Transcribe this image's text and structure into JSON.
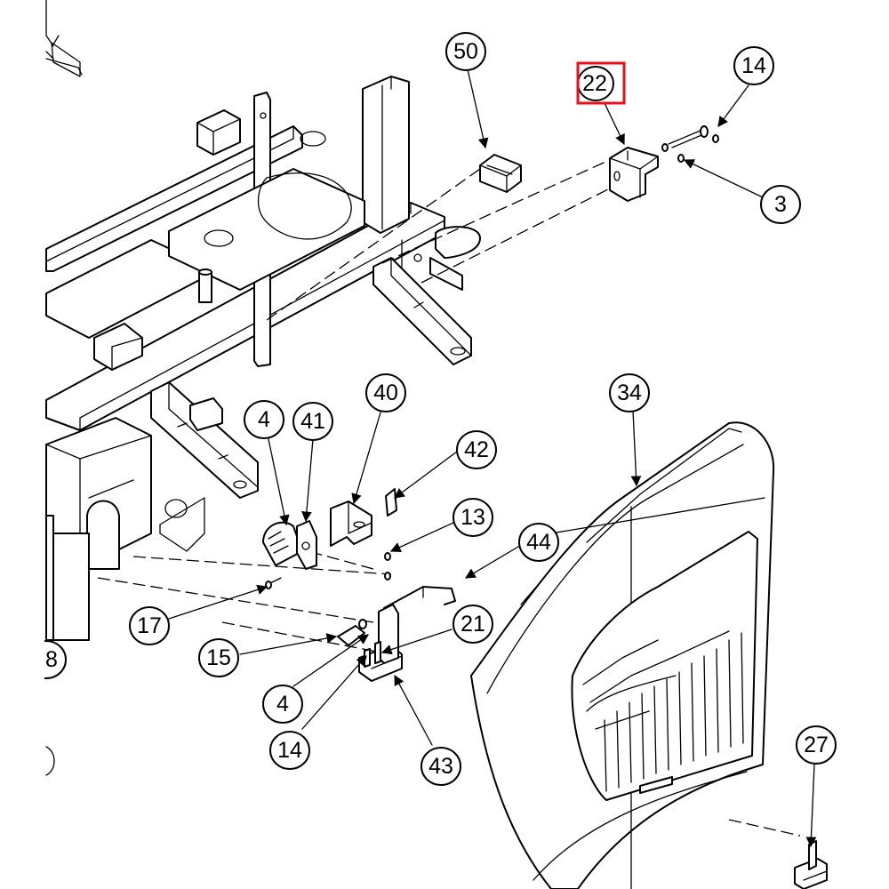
{
  "diagram": {
    "callouts": [
      {
        "id": "c50",
        "label": "50"
      },
      {
        "id": "c22",
        "label": "22"
      },
      {
        "id": "c14a",
        "label": "14"
      },
      {
        "id": "c3",
        "label": "3"
      },
      {
        "id": "c34",
        "label": "34"
      },
      {
        "id": "c4a",
        "label": "4"
      },
      {
        "id": "c41",
        "label": "41"
      },
      {
        "id": "c40",
        "label": "40"
      },
      {
        "id": "c42",
        "label": "42"
      },
      {
        "id": "c13",
        "label": "13"
      },
      {
        "id": "c44",
        "label": "44"
      },
      {
        "id": "c17",
        "label": "17"
      },
      {
        "id": "c15",
        "label": "15"
      },
      {
        "id": "c21",
        "label": "21"
      },
      {
        "id": "c4b",
        "label": "4"
      },
      {
        "id": "c14b",
        "label": "14"
      },
      {
        "id": "c43",
        "label": "43"
      },
      {
        "id": "c27",
        "label": "27"
      },
      {
        "id": "c8",
        "label": "8"
      }
    ],
    "highlight": {
      "target": "22",
      "color": "#e8101c"
    }
  }
}
